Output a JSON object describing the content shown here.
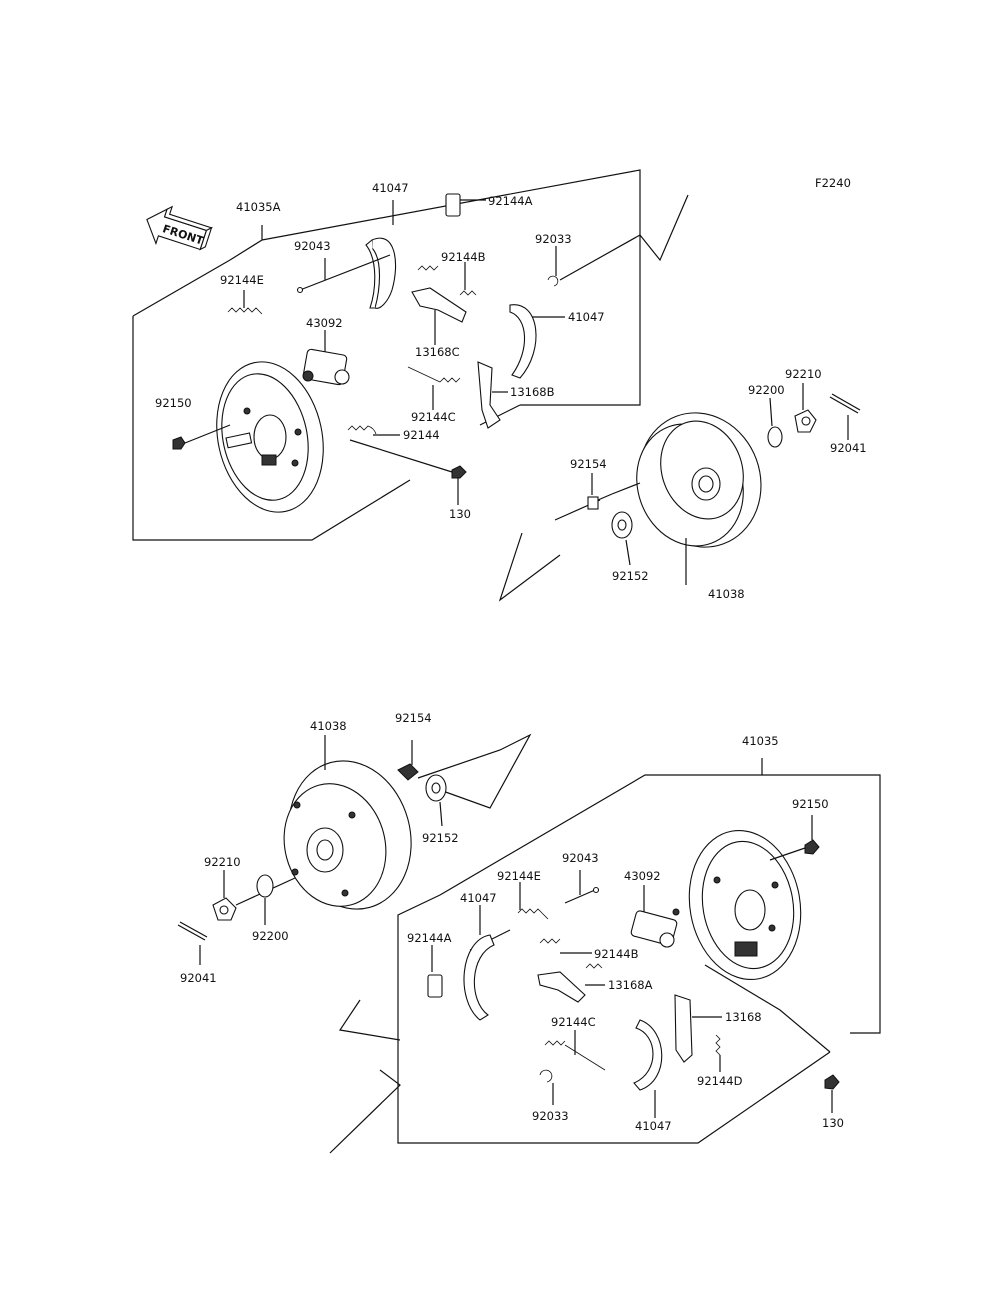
{
  "diagram_code": "F2240",
  "front_label": "FRONT",
  "top": {
    "labels": [
      "41035A",
      "41047",
      "92144A",
      "92043",
      "92144B",
      "92033",
      "92144E",
      "41047",
      "43092",
      "13168C",
      "13168B",
      "92150",
      "92144C",
      "92144",
      "130",
      "92210",
      "92200",
      "92041",
      "92154",
      "92152",
      "41038"
    ]
  },
  "bottom": {
    "labels": [
      "41038",
      "92154",
      "41035",
      "92152",
      "92150",
      "92210",
      "92200",
      "92041",
      "92043",
      "92144E",
      "43092",
      "41047",
      "92144A",
      "92144B",
      "13168A",
      "92144C",
      "13168",
      "92144D",
      "92033",
      "41047",
      "130"
    ]
  }
}
